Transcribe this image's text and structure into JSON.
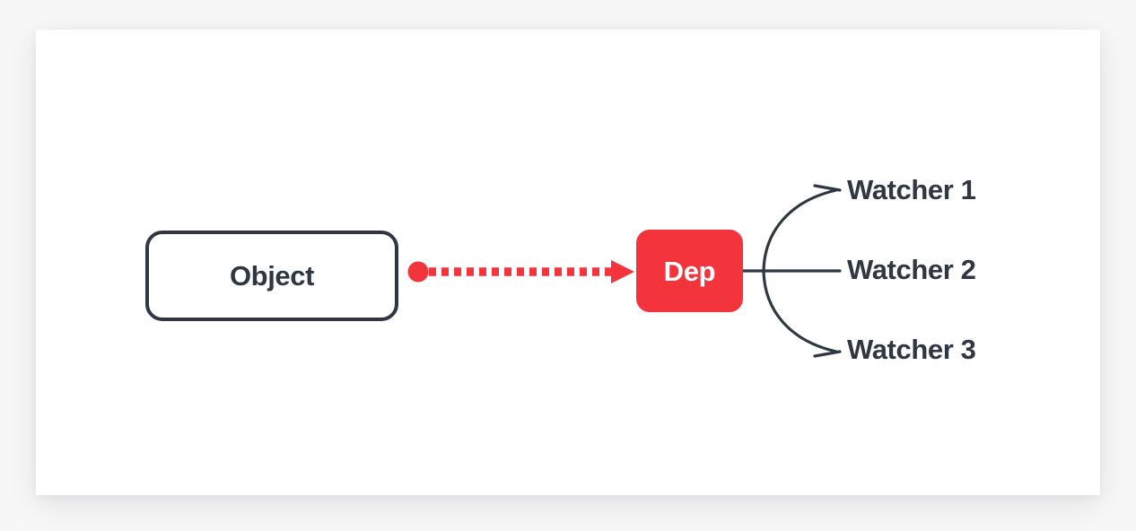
{
  "canvas": {
    "background_color": "#f7f7f8",
    "card_color": "#ffffff"
  },
  "colors": {
    "dark": "#2f3742",
    "accent_red": "#f4343d",
    "white": "#ffffff"
  },
  "diagram": {
    "type": "flow-diagram",
    "title": "Object to Dep to Watchers dependency diagram",
    "nodes": {
      "object": {
        "label": "Object",
        "shape": "rounded-rectangle-outline",
        "border_color": "#2f3742",
        "fill_color": "#ffffff",
        "text_color": "#2f3742"
      },
      "dep": {
        "label": "Dep",
        "shape": "rounded-rectangle-filled",
        "fill_color": "#f4343d",
        "text_color": "#ffffff"
      },
      "watchers": [
        {
          "label": "Watcher 1"
        },
        {
          "label": "Watcher 2"
        },
        {
          "label": "Watcher 3"
        }
      ]
    },
    "connectors": {
      "object_to_dep": {
        "style": "dotted-arrow",
        "color": "#f4343d",
        "start_marker": "circle",
        "end_marker": "triangle-arrowhead",
        "from": "object",
        "to": "dep"
      },
      "dep_to_watchers": {
        "style": "curly-bracket-fan",
        "color": "#2f3742",
        "from": "dep",
        "to": [
          "Watcher 1",
          "Watcher 2",
          "Watcher 3"
        ]
      }
    }
  }
}
